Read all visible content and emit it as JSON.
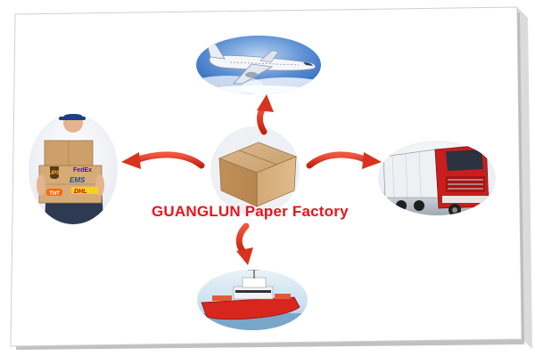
{
  "diagram": {
    "title": "GUANGLUN Paper Factory",
    "courier_logos": {
      "ups": "UPS",
      "fedex": "FedEx",
      "ems": "EMS",
      "dhl": "DHL",
      "tnt": "TNT"
    },
    "nodes": [
      {
        "id": "center",
        "icon": "cardboard-box-icon"
      },
      {
        "id": "top",
        "icon": "airplane-icon"
      },
      {
        "id": "left",
        "icon": "courier-delivery-icon"
      },
      {
        "id": "right",
        "icon": "truck-icon"
      },
      {
        "id": "bottom",
        "icon": "ship-icon"
      }
    ],
    "edges": [
      {
        "from": "center",
        "to": "top"
      },
      {
        "from": "center",
        "to": "left"
      },
      {
        "from": "center",
        "to": "right"
      },
      {
        "from": "center",
        "to": "bottom"
      }
    ]
  },
  "colors": {
    "arrow": "#e0311f",
    "title": "#e8141c",
    "frame_shadow": "#9a9a9a",
    "ship_hull": "#d8261c",
    "truck_cab": "#c81e1e",
    "box": "#c89a66",
    "sky": "#2a62b8"
  }
}
